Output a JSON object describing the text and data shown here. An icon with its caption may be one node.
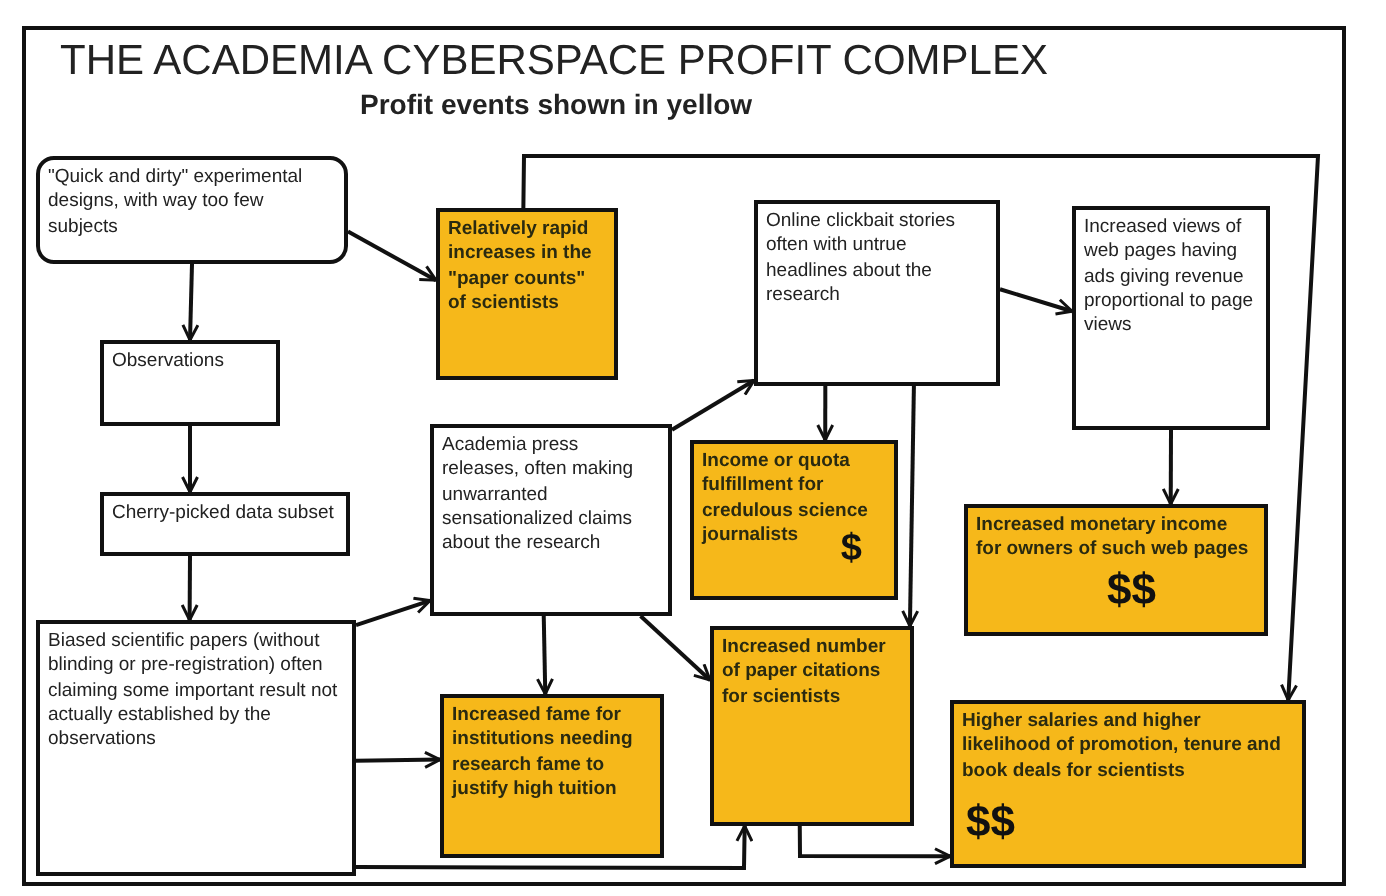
{
  "diagram": {
    "title": "THE ACADEMIA CYBERSPACE PROFIT COMPLEX",
    "nodes": [
      {
        "text": [
          "\"Quick and dirty\" experimental designs, with way too few subjects"
        ]
      },
      {
        "text": [
          "Relatively rapid increases in the \"paper counts\" of scientists"
        ]
      },
      {
        "text": [
          "Online clickbait stories often with untrue headlines about the research"
        ]
      },
      {
        "text": [
          "Increased views of web pages having ads giving revenue proportional to page views"
        ]
      },
      {
        "text": [
          "Observations"
        ]
      },
      {
        "text": [
          "Academia press releases, often making unwarranted sensationalized claims about the research"
        ]
      },
      {
        "text": [
          "Income or quota fulfillment for credulous science journalists",
          "$"
        ]
      },
      {
        "text": [
          "Cherry-picked data subset"
        ]
      },
      {
        "text": [
          "Increased monetary income for owners of such web pages",
          "$$"
        ]
      },
      {
        "text": [
          "Biased scientific papers (without blinding or pre-registration) often claiming some important result not actually established by the observations"
        ]
      },
      {
        "text": [
          "Increased fame for institutions needing research fame to justify high tuition"
        ]
      },
      {
        "text": [
          "Increased number of paper citations for scientists"
        ]
      },
      {
        "text": [
          "Higher salaries and higher likelihood of promotion, tenure and book deals for scientists",
          "$$"
        ]
      }
    ],
    "edges": [
      {
        "from": 0,
        "to": 1,
        "arrow": "to"
      },
      {
        "from": 0,
        "to": 4,
        "arrow": "to"
      },
      {
        "from": 4,
        "to": 7,
        "arrow": "to"
      },
      {
        "from": 7,
        "to": 9,
        "arrow": "to"
      },
      {
        "from": 9,
        "to": 5,
        "arrow": "to"
      },
      {
        "from": 9,
        "to": 10,
        "arrow": "to"
      },
      {
        "from": 5,
        "to": 10,
        "arrow": "to"
      },
      {
        "from": 5,
        "to": 11,
        "arrow": "to"
      },
      {
        "from": 5,
        "to": 2,
        "arrow": "to"
      },
      {
        "from": 2,
        "to": 3,
        "arrow": "to"
      },
      {
        "from": 2,
        "to": 6,
        "arrow": "to"
      },
      {
        "from": 2,
        "to": 11,
        "arrow": "to"
      },
      {
        "from": 1,
        "to": 12,
        "arrow": "to"
      },
      {
        "from": 3,
        "to": 8,
        "arrow": "to"
      },
      {
        "from": 9,
        "to": 11,
        "arrow": "to"
      },
      {
        "from": 11,
        "to": 12,
        "arrow": "to"
      }
    ],
    "labels": [
      "Profit events shown in yellow"
    ]
  }
}
